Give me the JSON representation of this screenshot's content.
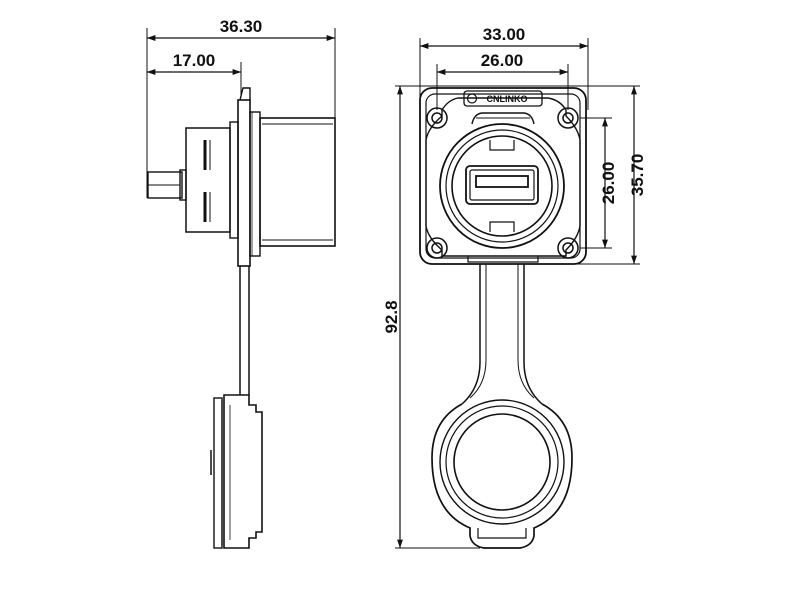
{
  "dimensions": {
    "side_total_width": "36.30",
    "side_flange_offset": "17.00",
    "front_outer_width": "33.00",
    "front_hole_spacing_h": "26.00",
    "front_hole_spacing_v": "26.00",
    "front_outer_height": "35.70",
    "overall_length": "92.8"
  },
  "brand": {
    "logo_text": "CNLINKO"
  }
}
